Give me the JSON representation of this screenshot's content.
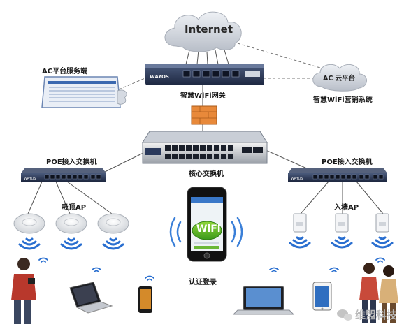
{
  "nodes": {
    "internet": "Internet",
    "ac_server": "AC平台服务端",
    "gateway": "智慧WiFi网关",
    "ac_cloud": "AC 云平台",
    "marketing": "智慧WiFi营销系统",
    "poe_left": "POE接入交换机",
    "poe_right": "POE接入交换机",
    "core_switch": "核心交换机",
    "ceiling_ap": "吸顶AP",
    "wall_ap": "入墙AP",
    "auth_login": "认证登录"
  },
  "logo": {
    "wifi": "WiFi"
  },
  "watermark": "维盟科技",
  "colors": {
    "cloud": "#c9ced6",
    "cable": "#4a4a4a",
    "wifi_wave": "#2a6fd0",
    "switch_body": "#2c3a5a",
    "firewall": "#e58a3c"
  }
}
